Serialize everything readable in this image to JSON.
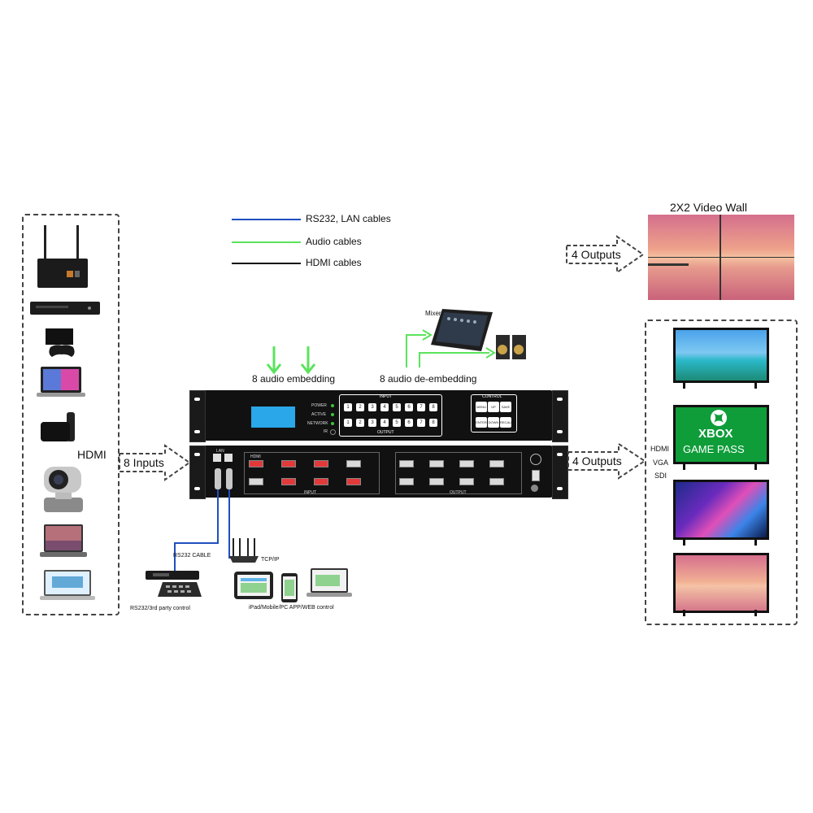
{
  "legend": [
    {
      "label": "RS232, LAN cables",
      "color": "#1f4fbf"
    },
    {
      "label": "Audio cables",
      "color": "#5be35b"
    },
    {
      "label": "HDMI cables",
      "color": "#111111"
    }
  ],
  "inputs": {
    "connector_label": "HDMI",
    "arrow_label": "8 Inputs",
    "devices": [
      "router-icon",
      "blu-ray-player-icon",
      "game-console-icon",
      "laptop-icon",
      "apple-tv-icon",
      "ptz-camera-icon",
      "laptop-pc-icon",
      "laptop-web-icon"
    ]
  },
  "audio": {
    "embedding_label": "8 audio embedding",
    "deembedding_label": "8 audio de-embedding",
    "mixer_label": "Mixer"
  },
  "matrix": {
    "status_power": "POWER",
    "status_active": "ACTIVE",
    "status_network": "NETWORK",
    "status_ir": "IR",
    "input_header": "INPUT",
    "output_header": "OUTPUT",
    "control_header": "CONTROL",
    "input_buttons": [
      "1",
      "2",
      "3",
      "4",
      "5",
      "6",
      "7",
      "8"
    ],
    "output_buttons": [
      "1",
      "2",
      "3",
      "4",
      "5",
      "6",
      "7",
      "8"
    ],
    "control_buttons": [
      "MENU",
      "UP",
      "SAVE",
      "ENTER",
      "DOWN",
      "RECALL"
    ],
    "rear_input_label": "INPUT",
    "rear_output_label": "OUTPUT",
    "rear_lan_label": "LAN",
    "rear_port_lbl": "HDMI"
  },
  "outputs": {
    "video_wall_title": "2X2 Video Wall",
    "wall_arrow_label": "4 Outputs",
    "arrow_label": "4 Outputs",
    "formats": [
      "HDMI",
      "VGA",
      "SDI"
    ],
    "xbox_line1": "XBOX",
    "xbox_line2": "GAME PASS"
  },
  "control": {
    "rs232_cable_label": "RS232 CABLE",
    "rs232_caption": "RS232/3rd party control",
    "tcpip_label": "TCP/IP",
    "app_caption": "iPad/Mobile/PC APP/WEB control"
  }
}
